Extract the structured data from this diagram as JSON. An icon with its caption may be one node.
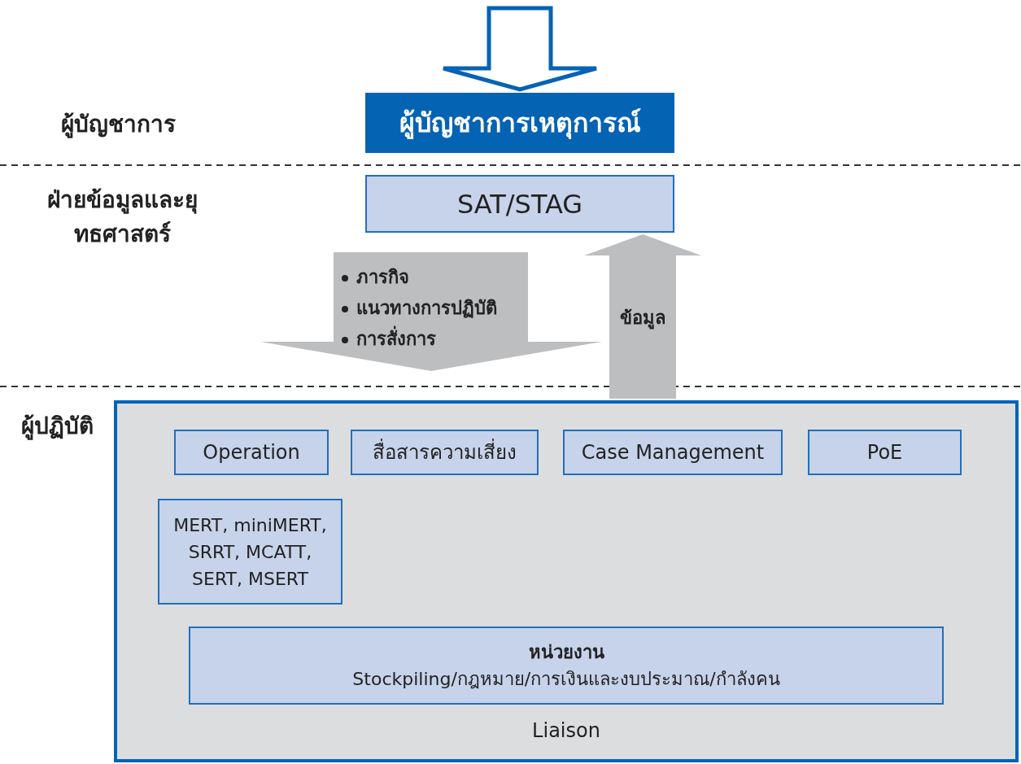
{
  "diagram": {
    "nodes": [
      {
        "text": [
          "ผู้บัญชาการเหตุการณ์"
        ]
      },
      {
        "text": [
          "SAT/STAG"
        ]
      },
      {
        "text": [
          "ภารกิจ",
          "แนวทางการปฏิบัติ",
          "การสั่งการ"
        ]
      },
      {
        "text": [
          "Liaison"
        ]
      },
      {
        "text": [
          "Operation"
        ],
        "in": 3
      },
      {
        "text": [
          "สื่อสารความเสี่ยง"
        ],
        "in": 3
      },
      {
        "text": [
          "Case Management"
        ],
        "in": 3
      },
      {
        "text": [
          "PoE"
        ],
        "in": 3
      },
      {
        "text": [
          "MERT, miniMERT, SRRT, MCATT, SERT, MSERT"
        ],
        "in": 3
      },
      {
        "text": [
          "หน่วยงาน",
          "Stockpiling/กฎหมาย/การเงินและงบประมาณ/กำลังคน"
        ],
        "in": 3
      }
    ],
    "edges": [
      {
        "from": null,
        "to": 0,
        "arrow": "to"
      },
      {
        "from": 3,
        "to": 1,
        "arrow": "to",
        "label": "ข้อมูล"
      }
    ],
    "labels": [
      "ผู้บัญชาการ",
      "ฝ่ายข้อมูลและยุทธศาสตร์",
      "ผู้ปฏิบัติ"
    ]
  }
}
